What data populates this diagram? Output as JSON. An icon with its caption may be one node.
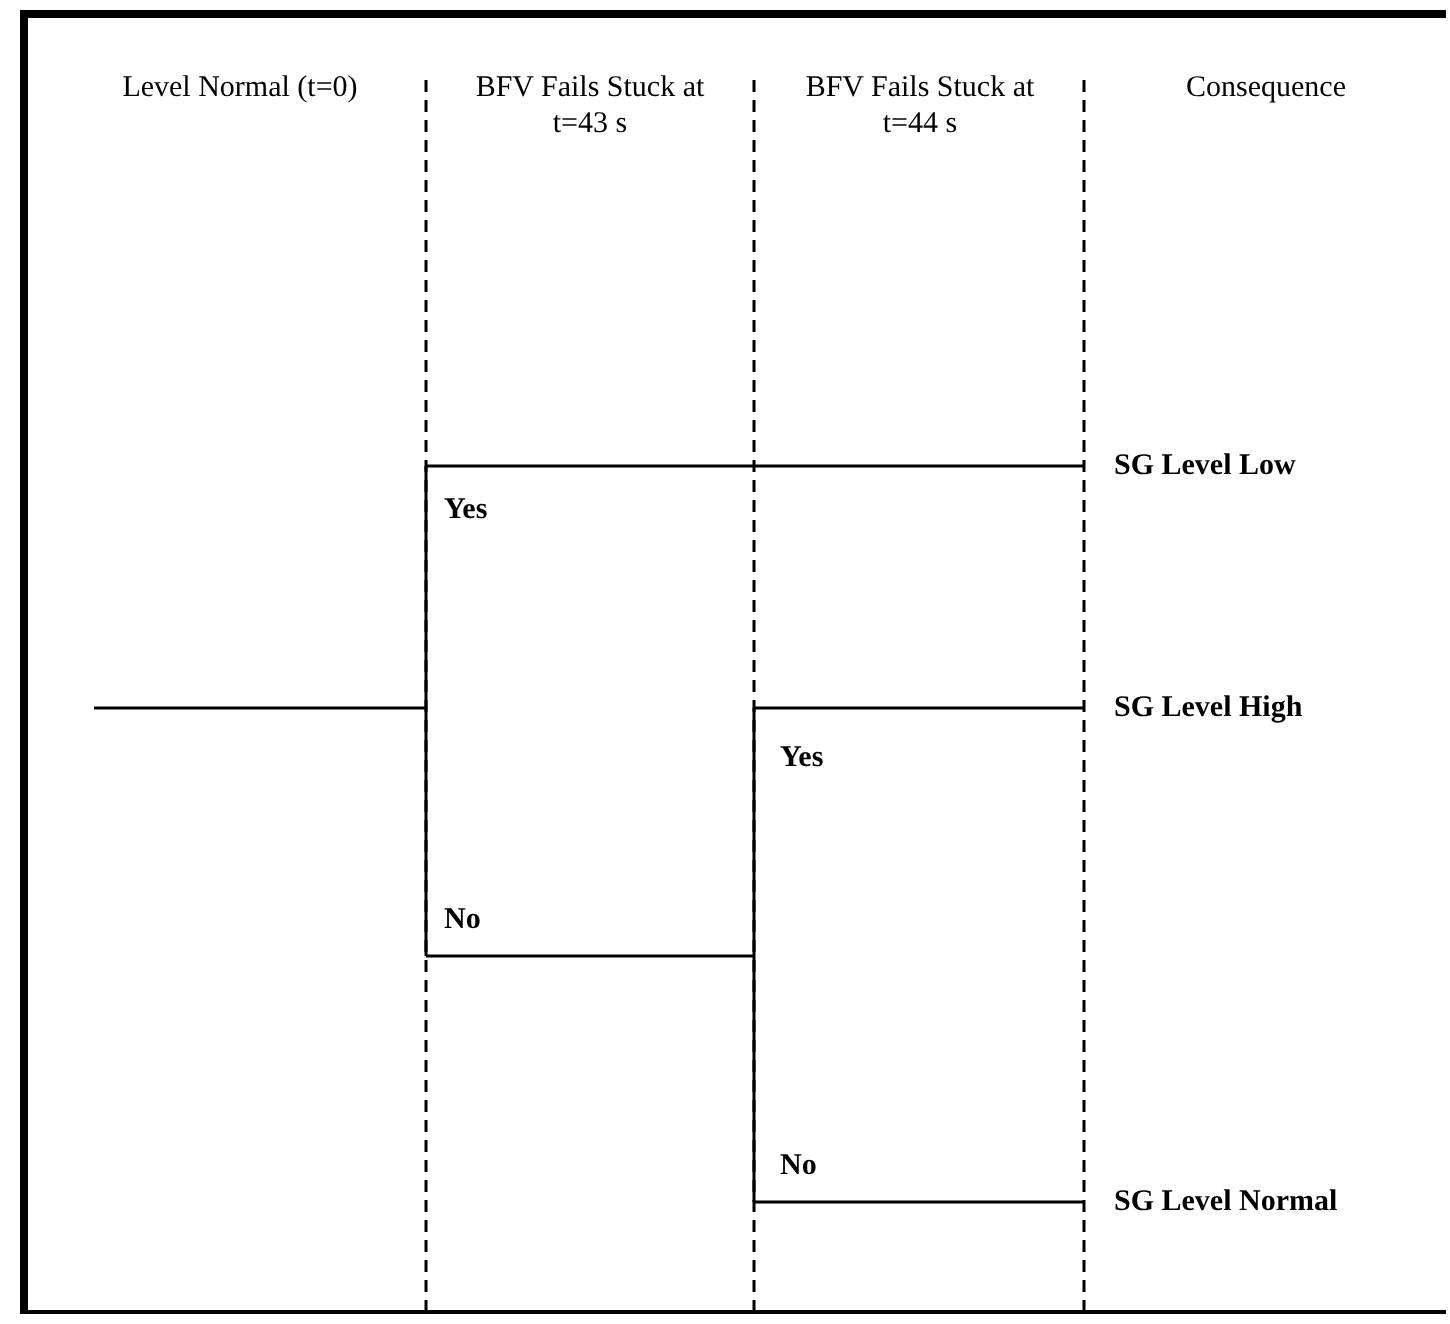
{
  "diagram": {
    "nodes": [
      {
        "text": [
          "SG Level Low"
        ]
      },
      {
        "text": [
          "SG Level High"
        ]
      },
      {
        "text": [
          "SG Level Normal"
        ]
      }
    ],
    "labels": [
      "Level Normal (t=0)",
      "BFV Fails Stuck at t=43 s",
      "BFV Fails Stuck at t=44 s",
      "Consequence",
      "Yes",
      "No",
      "Yes",
      "No"
    ]
  }
}
